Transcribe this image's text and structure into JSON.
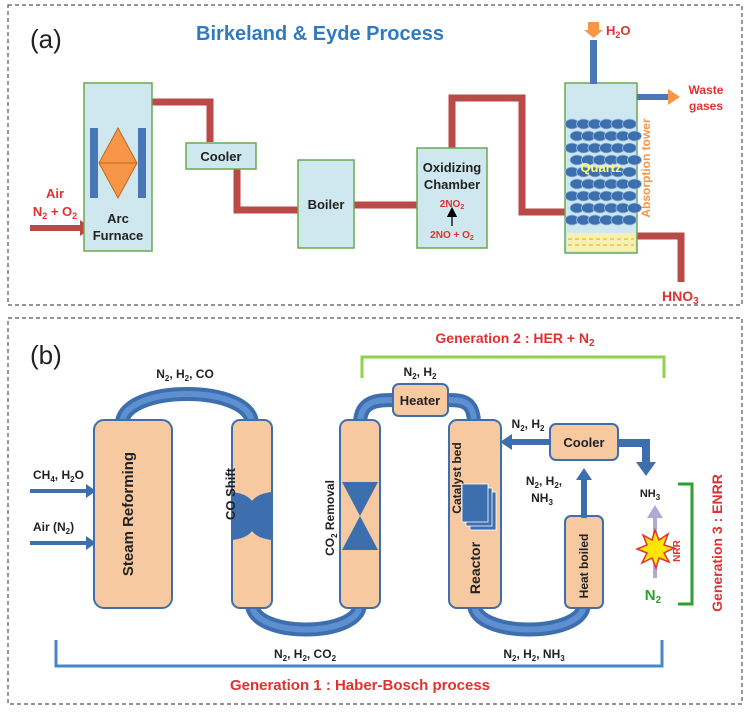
{
  "panel_a": {
    "label": "(a)",
    "title": "Birkeland & Eyde Process",
    "inputs": {
      "line1": "Air",
      "line2_main": "N",
      "line2_sub1": "2",
      "line2_plus": " + O",
      "line2_sub2": "2"
    },
    "furnace": {
      "line1": "Arc",
      "line2": "Furnace"
    },
    "cooler": "Cooler",
    "boiler": "Boiler",
    "oxidizing": {
      "line1": "Oxidizing",
      "line2": "Chamber",
      "product_main": "2NO",
      "product_sub": "2",
      "reactant_main": "2NO + O",
      "reactant_sub": "2"
    },
    "quartz": "Quartz",
    "absorption": "Absorption tower",
    "water": {
      "main": "H",
      "sub": "2",
      "tail": "O"
    },
    "waste": {
      "line1": "Waste",
      "line2": "gases"
    },
    "product": {
      "main": "HNO",
      "sub": "3"
    }
  },
  "panel_b": {
    "label": "(b)",
    "gen1": "Generation 1 : Haber-Bosch process",
    "gen2": "Generation 2 : HER + N",
    "gen2_sub": "2",
    "gen3": "Generation 3 : ENRR",
    "inputs": {
      "ch4_a": "CH",
      "ch4_s1": "4",
      "ch4_b": ", H",
      "ch4_s2": "2",
      "ch4_c": "O",
      "air": "Air (N",
      "air_s": "2",
      "air_c": ")"
    },
    "steam": "Steam Reforming",
    "coshift": "CO Shift",
    "co2removal_a": "CO",
    "co2removal_s": "2",
    "co2removal_b": " Removal",
    "heater": "Heater",
    "reactor": "Reactor",
    "catalyst": "Catalyst bed",
    "cooler": "Cooler",
    "heatboiled": "Heat boiled",
    "nrr": "NRR",
    "nh3_main": "NH",
    "nh3_sub": "3",
    "n2_main": "N",
    "n2_sub": "2",
    "flow_top1": {
      "a": "N",
      "s1": "2",
      "b": ", H",
      "s2": "2",
      "c": ", CO"
    },
    "flow_top2": {
      "a": "N",
      "s1": "2",
      "b": ", H",
      "s2": "2"
    },
    "flow_cooler": {
      "a": "N",
      "s1": "2",
      "b": ", H",
      "s2": "2"
    },
    "flow_up": {
      "a": "N",
      "s1": "2",
      "b": ", H",
      "s2": "2",
      "c": ",",
      "d": "NH",
      "s3": "3"
    },
    "flow_bot1": {
      "a": "N",
      "s1": "2",
      "b": ", H",
      "s2": "2",
      "c": ", CO",
      "s3": "2"
    },
    "flow_bot2": {
      "a": "N",
      "s1": "2",
      "b": ", H",
      "s2": "2",
      "c": ", NH",
      "s3": "3"
    }
  },
  "colors": {
    "box_fill": "#cfe8ef",
    "box_stroke": "#6aa84f",
    "pipe": "#b94a48",
    "title_blue": "#2f7bbd",
    "arrow_orange": "#f79646",
    "red_text": "#e03131",
    "pale_orange": "#f7c9a0",
    "blue_tube": "#4a77b8",
    "green": "#6cc04a"
  }
}
